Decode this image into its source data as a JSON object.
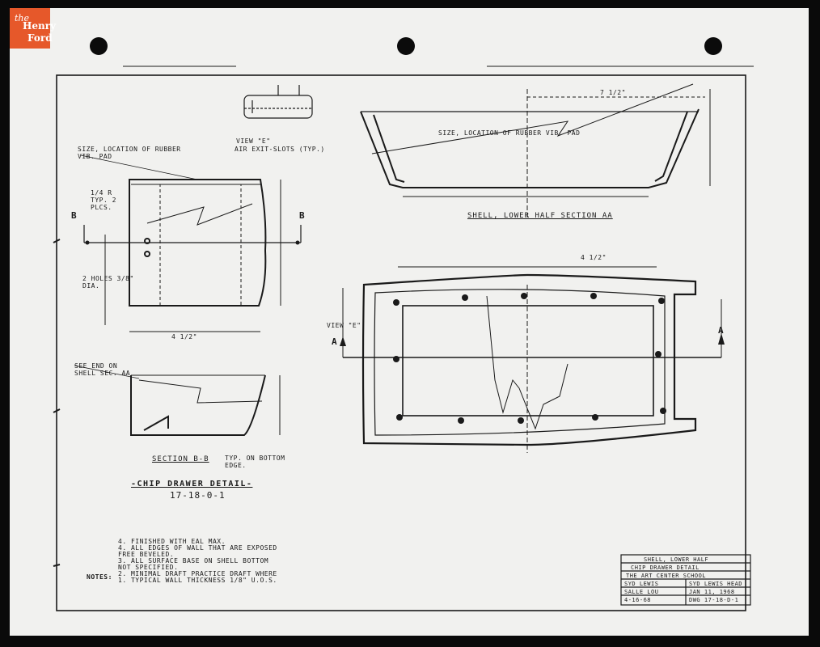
{
  "logo": {
    "line1": "the",
    "line2": "Henry",
    "line3": "Ford"
  },
  "drawing": {
    "title": "-CHIP DRAWER DETAIL-",
    "drawing_number": "17-18-0-1",
    "section_bb": "SECTION B-B",
    "section_bb_note": "TYP. ON BOTTOM EDGE.",
    "section_aa": "SHELL, LOWER HALF SECTION AA",
    "view_label": "VIEW \"E\"",
    "view_note": "AIR EXIT-SLOTS (TYP.)",
    "rubber_pad_note": "SIZE, LOCATION OF RUBBER VIB. PAD",
    "holes_note": "2 HOLES 3/8\" DIA.",
    "see_end_note": "SEE END ON SHELL SEC. AA",
    "radius_note": "1/4 R TYP. 2 PLCS.",
    "dim_4_half": "4 1/2\"",
    "dim_7_half": "7 1/2\"",
    "label_b": "B",
    "label_a": "A"
  },
  "notes": {
    "lines": [
      "4. FINISHED WITH        EAL MAX.",
      "4. ALL EDGES OF WALL THAT ARE EXPOSED",
      "   FREE BEVELED.",
      "3. ALL SURFACE BASE ON SHELL BOTTOM",
      "   NOT SPECIFIED.",
      "2. MINIMAL DRAFT PRACTICE DRAFT WHERE",
      "1. TYPICAL WALL THICKNESS 1/8\" U.O.S."
    ],
    "label": "NOTES:"
  },
  "title_block": {
    "rows": [
      [
        "SHELL, LOWER HALF",
        ""
      ],
      [
        "CHIP DRAWER DETAIL",
        ""
      ],
      [
        "THE ART CENTER SCHOOL",
        ""
      ],
      [
        "SYD LEWIS",
        "SYD LEWIS HEAD"
      ],
      [
        "SALLE LOU",
        "JAN 11, 1968"
      ],
      [
        "4-16-68",
        "DWG 17-18-D-1"
      ]
    ]
  }
}
